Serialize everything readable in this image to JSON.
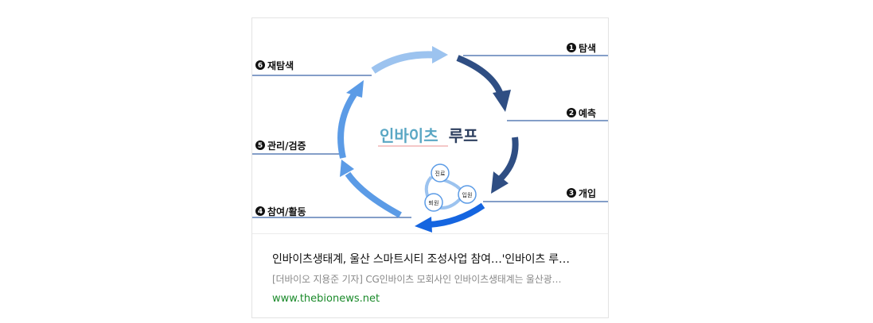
{
  "card": {
    "title": "인바이츠생태계, 울산 스마트시티 조성사업 참여…'인바이츠 루…",
    "snippet": "[더바이오 지용준 기자] CG인바이츠 모회사인 인바이츠생태계는 울산광…",
    "source": "www.thebionews.net"
  },
  "diagram": {
    "center_part1": "인바이츠",
    "center_part2": "루프",
    "labels": [
      {
        "num": "1",
        "text": "탐색"
      },
      {
        "num": "2",
        "text": "예측"
      },
      {
        "num": "3",
        "text": "개입"
      },
      {
        "num": "4",
        "text": "참여/활동"
      },
      {
        "num": "5",
        "text": "관리/검증"
      },
      {
        "num": "6",
        "text": "재탐색"
      }
    ],
    "nodes": [
      "진료",
      "입원",
      "퇴원"
    ],
    "colors": {
      "arc_light": "#9cc3ef",
      "arc_mid": "#5b9be6",
      "arc_dark": "#2f4e83",
      "arc_bright": "#1565e0",
      "line": "#3a63a8"
    }
  }
}
